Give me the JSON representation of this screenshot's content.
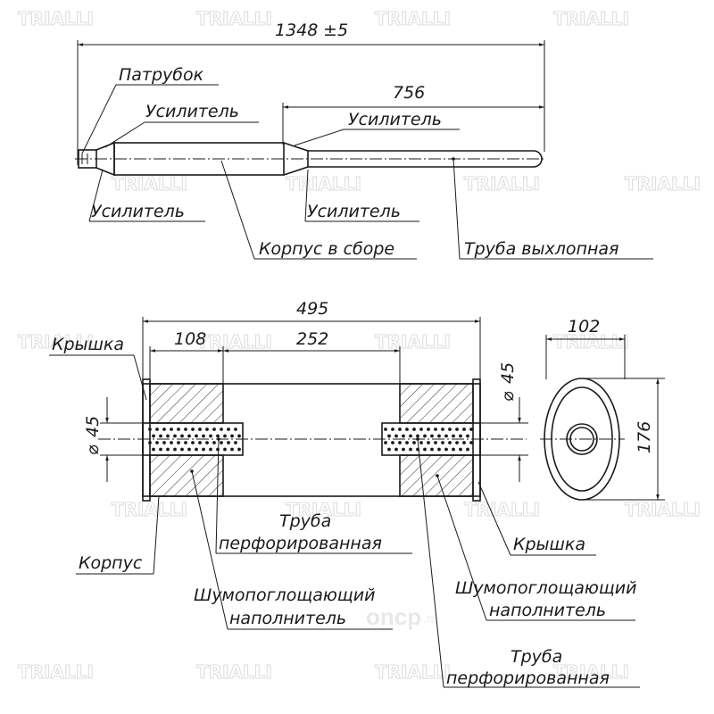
{
  "watermark": {
    "text": "TRIALLI"
  },
  "site_mark": {
    "name": "oncp",
    "tld": ".ru"
  },
  "top_view": {
    "total_length": "1348",
    "tolerance_sign": "±",
    "tolerance": "5",
    "tail_length": "756",
    "labels": {
      "patrubok": "Патрубок",
      "usilitel_1": "Усилитель",
      "usilitel_2": "Усилитель",
      "usilitel_3": "Усилитель",
      "usilitel_4": "Усилитель",
      "korpus_v_sbore": "Корпус в сборе",
      "truba_vyhlopnaya": "Труба выхлопная"
    }
  },
  "section_view": {
    "overall_length": "495",
    "dim_108": "108",
    "dim_252": "252",
    "left_diameter_sign": "⌀",
    "left_diameter": "45",
    "right_diameter_sign": "⌀",
    "right_diameter": "45",
    "labels": {
      "kryshka_left": "Крышка",
      "kryshka_right": "Крышка",
      "korpus": "Корпус",
      "truba_perf_1_line1": "Труба",
      "truba_perf_1_line2": "перфорированная",
      "shumo_1_line1": "Шумопоглощающий",
      "shumo_1_line2": "наполнитель",
      "shumo_2_line1": "Шумопоглощающий",
      "shumo_2_line2": "наполнитель",
      "truba_perf_2_line1": "Труба",
      "truba_perf_2_line2": "перфорированная"
    }
  },
  "end_view": {
    "width": "102",
    "height": "176"
  }
}
